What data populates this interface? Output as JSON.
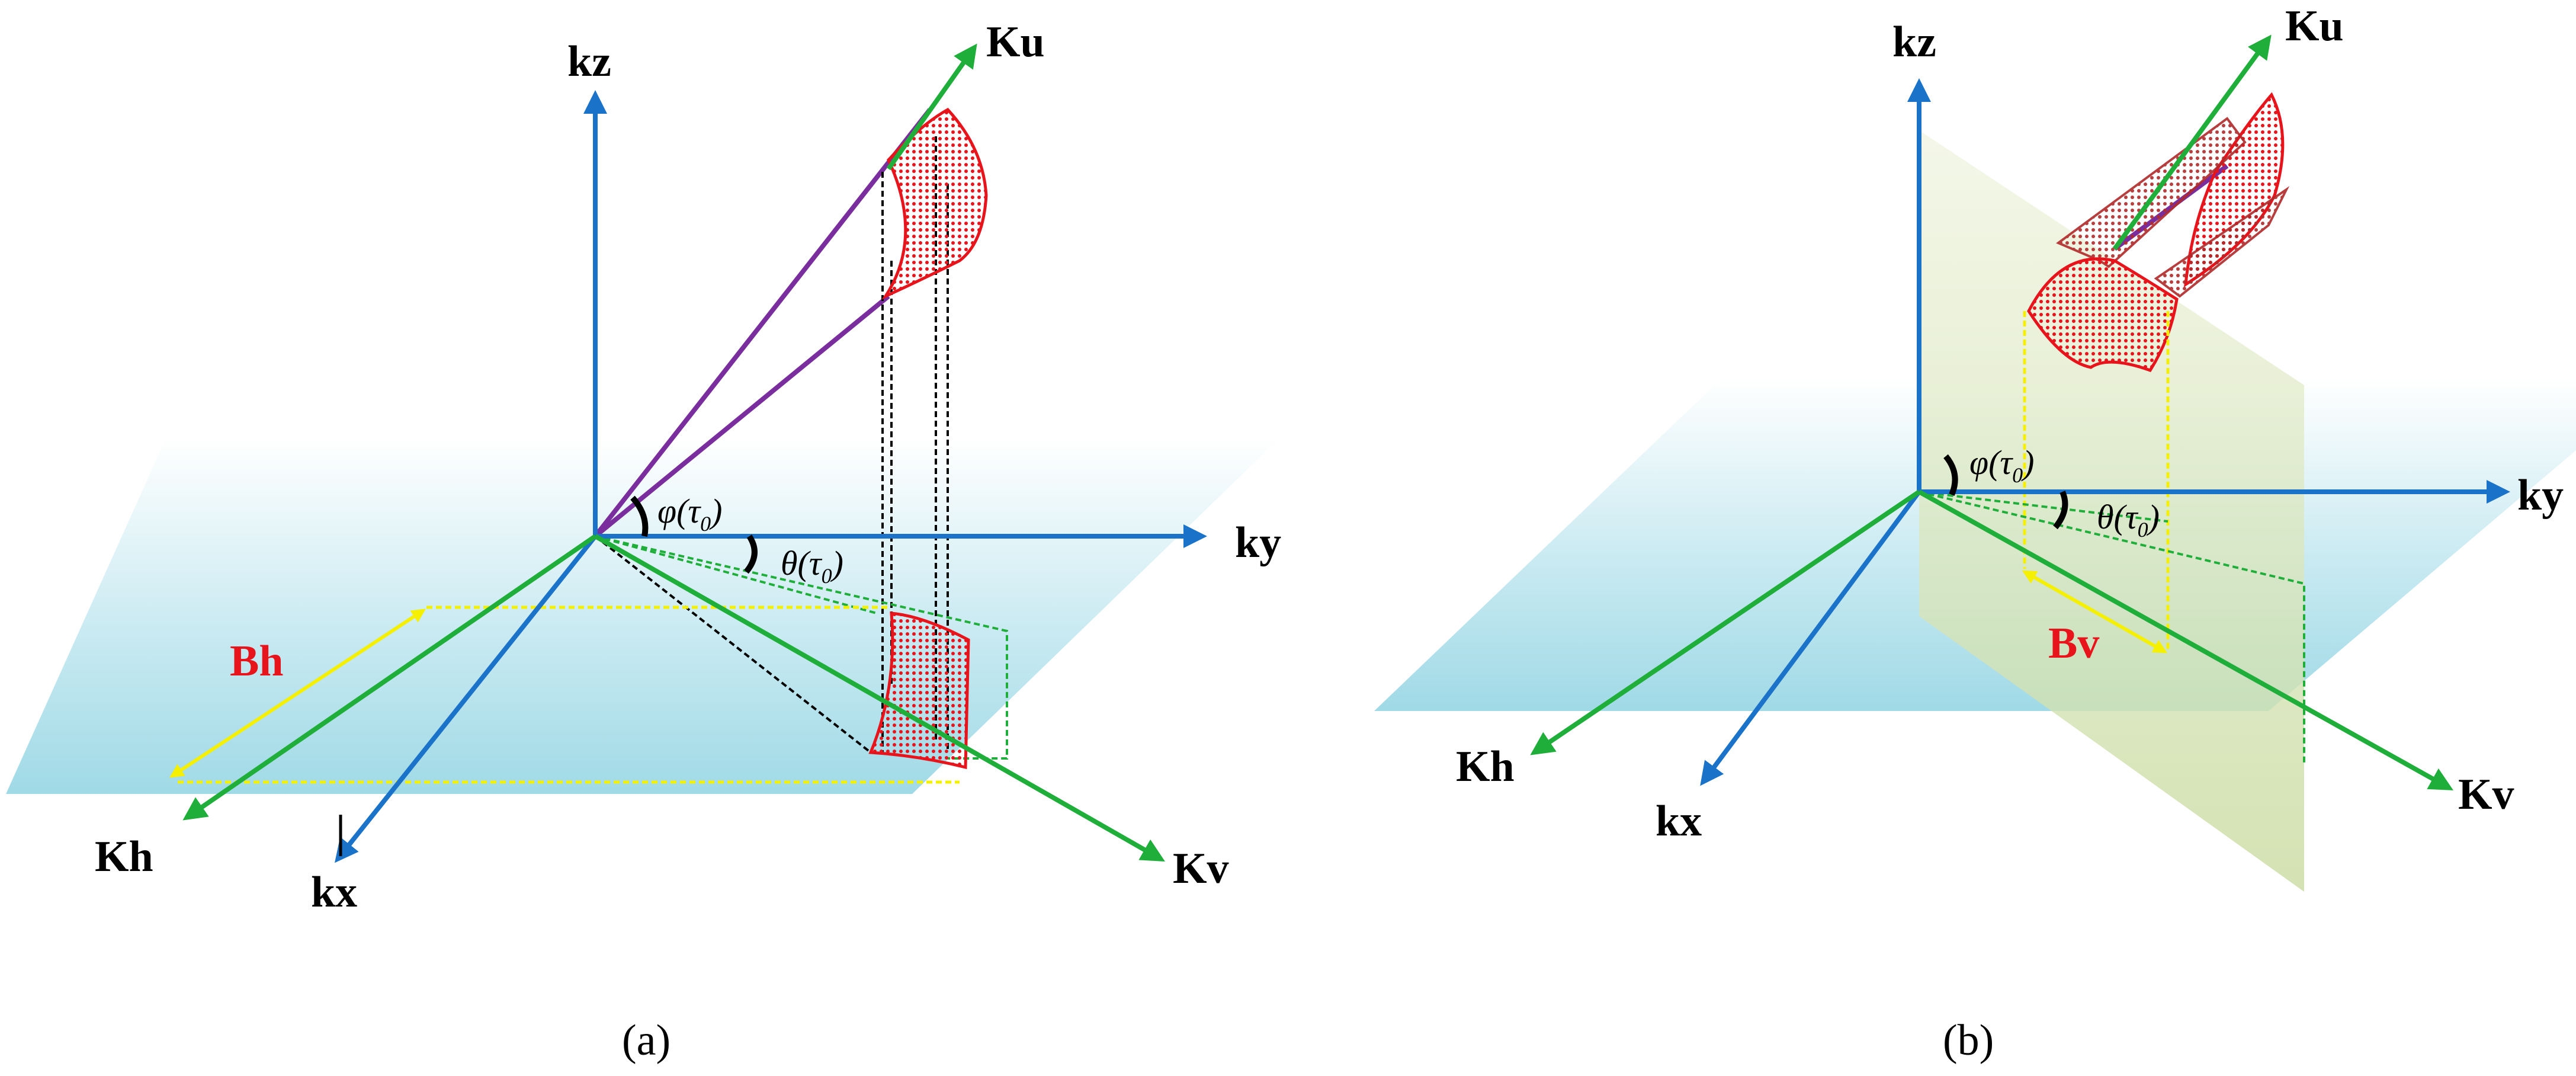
{
  "panel_a": {
    "axes": {
      "kz": "kz",
      "ky": "ky",
      "kx": "kx",
      "ku": "Ku",
      "kh": "Kh",
      "kv": "Kv"
    },
    "bandwidth_label": "Bh",
    "phi_label": "φ(τ",
    "phi_subscript": "0",
    "theta_label": "θ(τ",
    "theta_subscript": "0",
    "caption": "(a)"
  },
  "panel_b": {
    "axes": {
      "kz": "kz",
      "ky": "ky",
      "kx": "kx",
      "ku": "Ku",
      "kh": "Kh",
      "kv": "Kv"
    },
    "bandwidth_label": "Bv",
    "phi_label": "φ(τ",
    "phi_subscript": "0",
    "theta_label": "θ(τ",
    "theta_subscript": "0",
    "caption": "(b)"
  },
  "colors": {
    "axis_blue": "#1a73c8",
    "axis_green": "#1fae3a",
    "purple_ray": "#7a2e9e",
    "dotted_surface_red": "#e8141c",
    "bandwidth_yellow": "#f4f000",
    "plane_cyan": "#8fd3e2",
    "plane_olive": "#c9dba0"
  }
}
